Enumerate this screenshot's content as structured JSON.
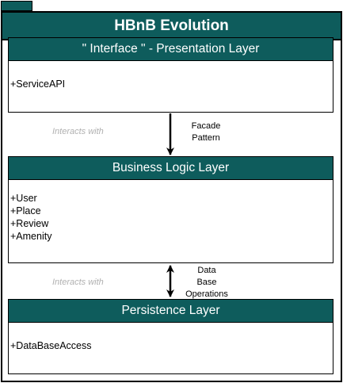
{
  "package": {
    "title": "HBnB Evolution"
  },
  "layers": {
    "presentation": {
      "title": "\" Interface \" - Presentation Layer",
      "members": [
        "+ServiceAPI"
      ]
    },
    "business": {
      "title": "Business Logic Layer",
      "members": [
        "+User",
        "+Place",
        "+Review",
        "+Amenity"
      ]
    },
    "persistence": {
      "title": "Persistence Layer",
      "members": [
        "+DataBaseAccess"
      ]
    }
  },
  "connectors": {
    "presentation_to_business": {
      "note": "Interacts with",
      "label_lines": [
        "Facade",
        "Pattern"
      ]
    },
    "business_to_persistence": {
      "note": "Interacts with",
      "label_lines": [
        "Data",
        "Base",
        "Operations"
      ]
    }
  },
  "colors": {
    "header_fill": "#0e5c5c",
    "header_text": "#ffffff",
    "note_text": "#b0b0b0"
  }
}
